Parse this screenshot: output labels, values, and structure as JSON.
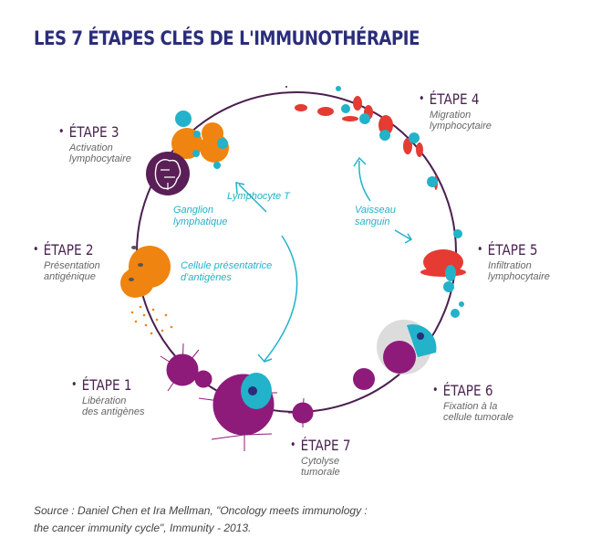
{
  "title": "LES 7 ÉTAPES CLÉS DE L'IMMUNOTHÉRAPIE",
  "steps": [
    {
      "title": "ÉTAPE 1",
      "desc": [
        "Libération",
        "des antigènes"
      ]
    },
    {
      "title": "ÉTAPE 2",
      "desc": [
        "Présentation",
        "antigénique"
      ]
    },
    {
      "title": "ÉTAPE 3",
      "desc": [
        "Activation",
        "lymphocytaire"
      ]
    },
    {
      "title": "ÉTAPE 4",
      "desc": [
        "Migration",
        "lymphocytaire"
      ]
    },
    {
      "title": "ÉTAPE 5",
      "desc": [
        "Infiltration",
        "lymphocytaire"
      ]
    },
    {
      "title": "ÉTAPE 6",
      "desc": [
        "Fixation à la",
        "cellule tumorale"
      ]
    },
    {
      "title": "ÉTAPE 7",
      "desc": [
        "Cytolyse",
        "tumorale"
      ]
    }
  ],
  "labels": {
    "lymphocyte": "Lymphocyte T",
    "ganglion": [
      "Ganglion",
      "lymphatique"
    ],
    "vaisseau": [
      "Vaisseau",
      "sanguin"
    ],
    "cellule": [
      "Cellule présentatrice",
      "d'antigènes"
    ]
  },
  "source": [
    "Source : Daniel Chen et Ira Mellman, \"Oncology meets immunology :",
    "the cancer immunity cycle\", Immunity - 2013."
  ],
  "colors": {
    "navy": "#2b2d7a",
    "purple": "#8e1b7a",
    "dark_purple": "#5a1f56",
    "cyan": "#22b2c9",
    "orange": "#f08410",
    "red": "#e53b33",
    "grey": "#dcdcdc"
  }
}
